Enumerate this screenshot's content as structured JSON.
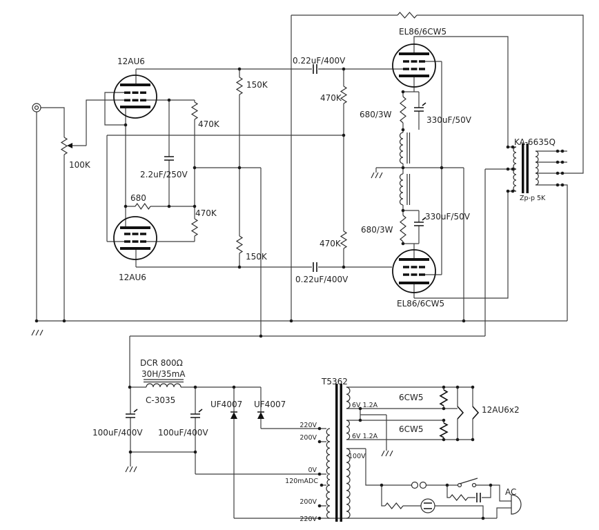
{
  "parts": {
    "v1": "12AU6",
    "v2": "12AU6",
    "v3": "EL86/6CW5",
    "v4": "EL86/6CW5",
    "pot": "100K",
    "cap_input": "2.2uF/250V",
    "r_cathode": "680",
    "r470_1": "470K",
    "r470_2": "470K",
    "r470_3": "470K",
    "r470_4": "470K",
    "r150_1": "150K",
    "r150_2": "150K",
    "cap_couple_1": "0.22uF/400V",
    "cap_couple_2": "0.22uF/400V",
    "r_pwr_1": "680/3W",
    "r_pwr_2": "680/3W",
    "cap_bypass_1": "330uF/50V",
    "cap_bypass_2": "330uF/50V",
    "opt": "KA-6635Q",
    "opt_z": "Zp-p 5K",
    "choke_dcr": "DCR 800Ω",
    "choke_rating": "30H/35mA",
    "choke_model": "C-3035",
    "cap_filter_1": "100uF/400V",
    "cap_filter_2": "100uF/400V",
    "diode_1": "UF4007",
    "diode_2": "UF4007",
    "pt": "T5362",
    "heater_1": "6CW5",
    "heater_2": "6CW5",
    "heater_3": "12AU6x2",
    "wind_6v_1": "6V 1.2A",
    "wind_6v_2": "6V 1.2A",
    "wind_100v": "100V",
    "tap_220_1": "220V",
    "tap_200_1": "200V",
    "tap_0v": "0V",
    "tap_dc": "120mADC",
    "tap_200_2": "200V",
    "tap_220_2": "220V",
    "ac": "AC"
  }
}
